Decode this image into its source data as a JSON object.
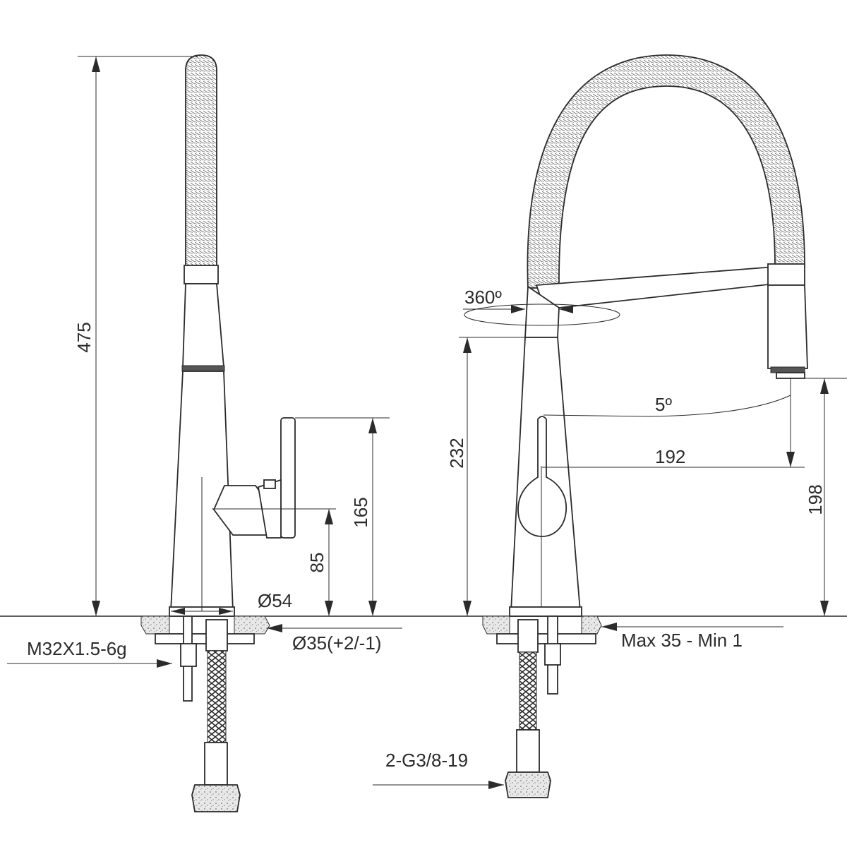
{
  "dimensions": {
    "total_height": "475",
    "handle_height": "165",
    "lever_axis_height": "85",
    "base_diameter": "Ø54",
    "hole_diameter": "Ø35(+2/-1)",
    "thread": "M32X1.5-6g",
    "swivel_angle": "360º",
    "spray_angle": "5º",
    "spout_reach": "192",
    "body_height": "232",
    "outlet_height": "198",
    "deck_thickness": "Max 35 - Min 1",
    "hose_connection": "2-G3/8-19"
  }
}
